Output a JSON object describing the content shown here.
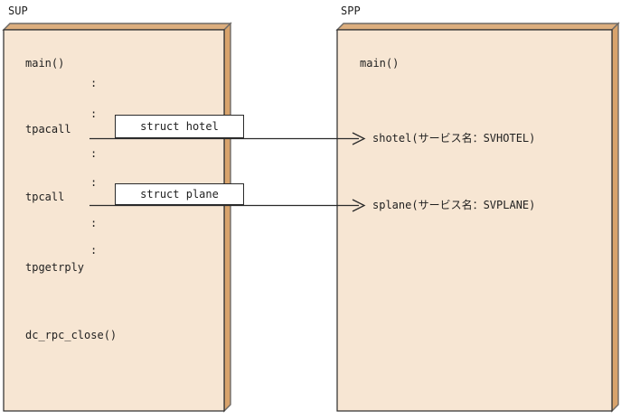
{
  "colors": {
    "page_bg": "#ffffff",
    "panel_face": "#f7e6d3",
    "panel_top": "#dcae7e",
    "panel_side": "#d8a36c",
    "outline_gray": "#6e6a66",
    "outline_dark": "#2a2a2a",
    "label_box_bg": "#ffffff",
    "text": "#1f1f1f"
  },
  "sup": {
    "title": "SUP",
    "main": "main()",
    "colon": ":",
    "tpacall": "tpacall",
    "tpcall": "tpcall",
    "tpgetrply": "tpgetrply",
    "dc_rpc_close": "dc_rpc_close()"
  },
  "spp": {
    "title": "SPP",
    "main": "main()",
    "shotel": "shotel(サービス名：SVHOTEL)",
    "splane": "splane(サービス名：SVPLANE)"
  },
  "arrows": {
    "hotel_label": "struct hotel",
    "plane_label": "struct plane"
  }
}
